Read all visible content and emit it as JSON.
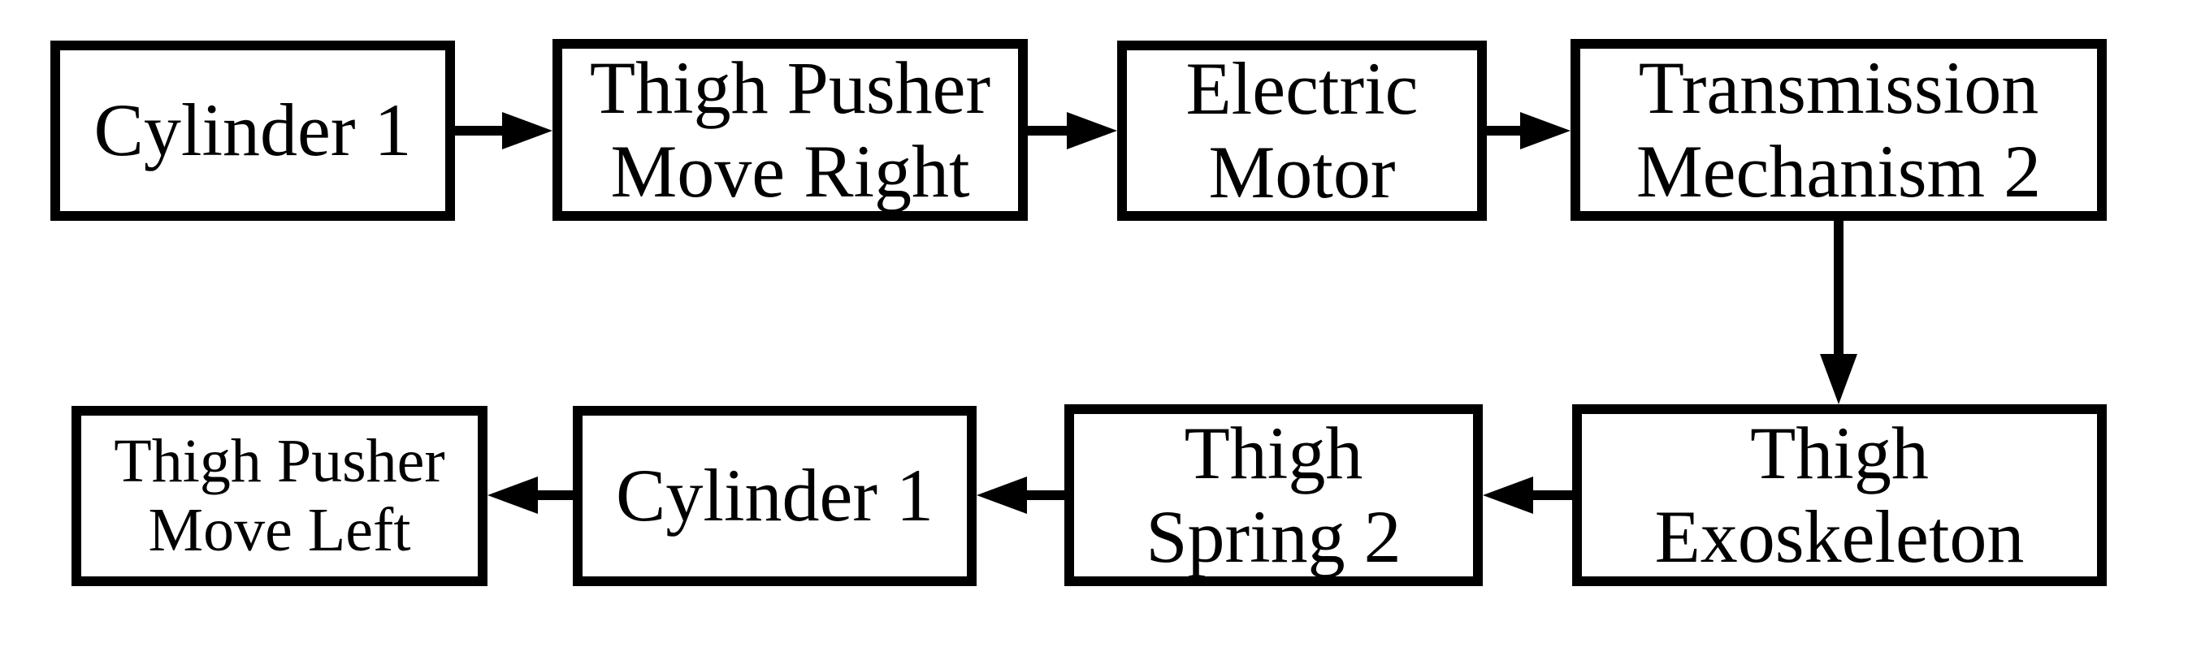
{
  "colors": {
    "background": "#ffffff",
    "box_border": "#000000",
    "text": "#000000",
    "arrow": "#000000"
  },
  "diagram": {
    "boxes": [
      {
        "id": "cylinder-1-top",
        "lines": [
          "Cylinder 1"
        ]
      },
      {
        "id": "thigh-pusher-move-right",
        "lines": [
          "Thigh Pusher",
          "Move Right"
        ]
      },
      {
        "id": "electric-motor",
        "lines": [
          "Electric",
          "Motor"
        ]
      },
      {
        "id": "transmission-mechanism-2",
        "lines": [
          "Transmission",
          "Mechanism 2"
        ]
      },
      {
        "id": "thigh-exoskeleton",
        "lines": [
          "Thigh",
          "Exoskeleton"
        ]
      },
      {
        "id": "thigh-spring-2",
        "lines": [
          "Thigh",
          "Spring 2"
        ]
      },
      {
        "id": "cylinder-1-bottom",
        "lines": [
          "Cylinder 1"
        ]
      },
      {
        "id": "thigh-pusher-move-left",
        "lines": [
          "Thigh Pusher",
          "Move Left"
        ]
      }
    ],
    "arrows": [
      {
        "from": "cylinder-1-top",
        "to": "thigh-pusher-move-right",
        "direction": "right"
      },
      {
        "from": "thigh-pusher-move-right",
        "to": "electric-motor",
        "direction": "right"
      },
      {
        "from": "electric-motor",
        "to": "transmission-mechanism-2",
        "direction": "right"
      },
      {
        "from": "transmission-mechanism-2",
        "to": "thigh-exoskeleton",
        "direction": "down"
      },
      {
        "from": "thigh-exoskeleton",
        "to": "thigh-spring-2",
        "direction": "left"
      },
      {
        "from": "thigh-spring-2",
        "to": "cylinder-1-bottom",
        "direction": "left"
      },
      {
        "from": "cylinder-1-bottom",
        "to": "thigh-pusher-move-left",
        "direction": "left"
      }
    ]
  }
}
